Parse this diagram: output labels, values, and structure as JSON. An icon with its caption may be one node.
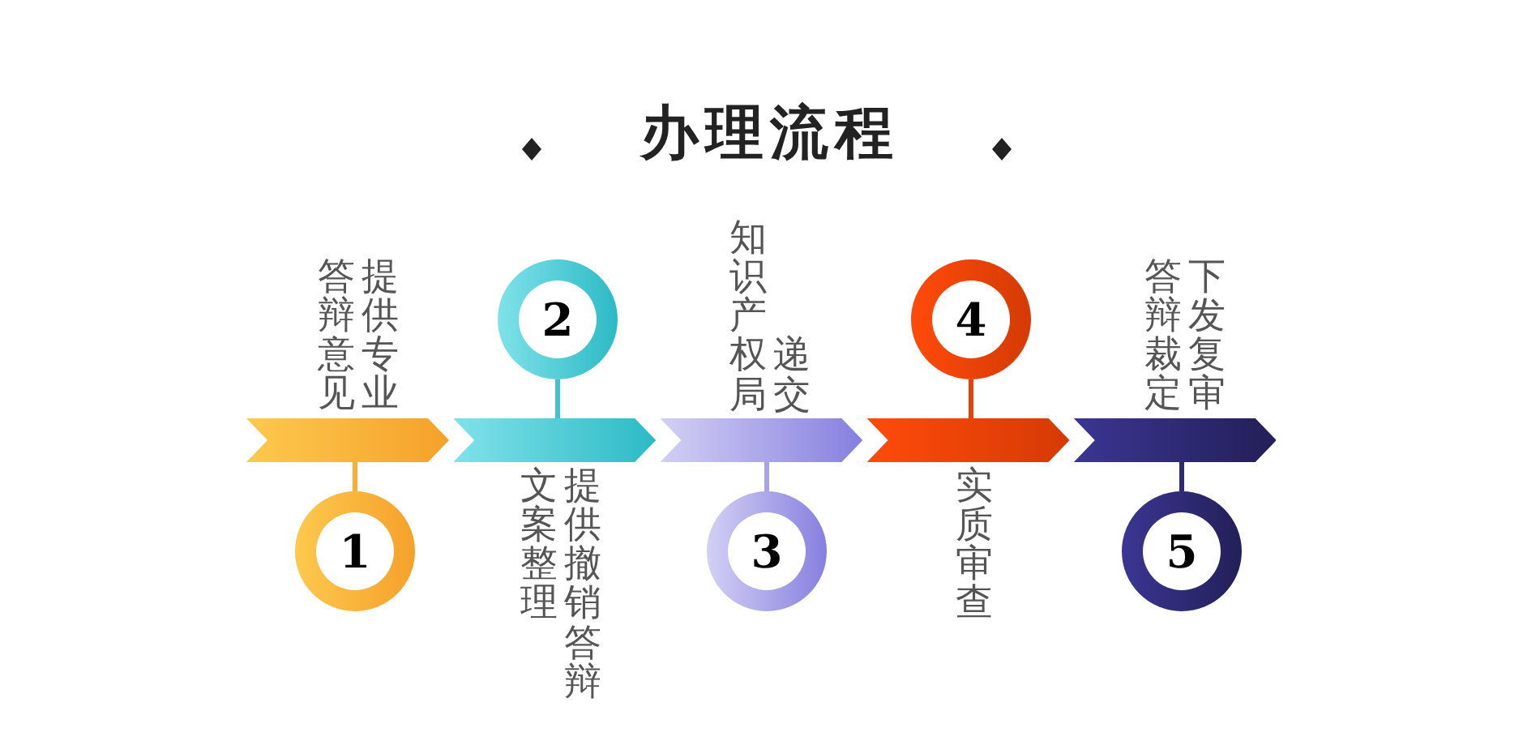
{
  "diagram": {
    "title": "办理流程",
    "nodes": [
      {
        "text": [
          "1"
        ],
        "beside": [
          "提供专业",
          "答辩意见"
        ]
      },
      {
        "text": [
          "2"
        ],
        "beside": [
          "提供撤销答辩",
          "文案整理"
        ]
      },
      {
        "text": [
          "3"
        ],
        "beside": [
          "递交",
          "知识产权局"
        ]
      },
      {
        "text": [
          "4"
        ]
      },
      {
        "text": [
          "5"
        ],
        "beside": [
          "下发复审",
          "答辩裁定"
        ]
      },
      {
        "text": [],
        "shape": "arrow"
      },
      {
        "text": [],
        "shape": "arrow"
      },
      {
        "text": [],
        "shape": "arrow"
      },
      {
        "text": [],
        "shape": "arrow",
        "beside": [
          "实质审查"
        ]
      },
      {
        "text": [],
        "shape": "arrow"
      }
    ],
    "edges": [
      {
        "from": 0,
        "to": 5,
        "arrow": "none",
        "color": "#f7b035"
      },
      {
        "from": 1,
        "to": 6,
        "arrow": "none",
        "color": "#3fc4cf"
      },
      {
        "from": 2,
        "to": 7,
        "arrow": "none",
        "color": "#a9a4ea"
      },
      {
        "from": 3,
        "to": 8,
        "arrow": "none",
        "color": "#e84208"
      },
      {
        "from": 4,
        "to": 9,
        "arrow": "none",
        "color": "#2e2a73"
      }
    ]
  }
}
